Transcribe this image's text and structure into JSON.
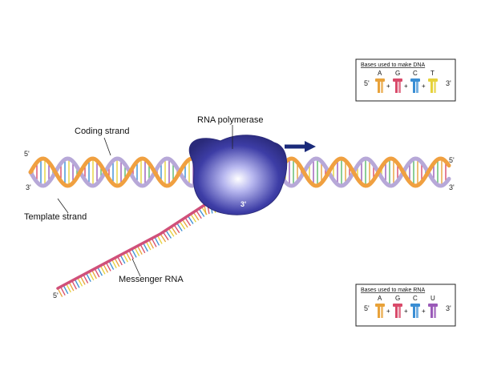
{
  "labels": {
    "coding_strand": "Coding strand",
    "template_strand": "Template strand",
    "rna_polymerase": "RNA polymerase",
    "messenger_rna": "Messenger RNA"
  },
  "strand_ends": {
    "left_top": "5'",
    "left_bottom": "3'",
    "right_top": "5'",
    "right_bottom": "3'",
    "polymerase_3": "3'",
    "mrna_5": "5'"
  },
  "dna_legend": {
    "title": "Bases used to make DNA",
    "left_end": "5'",
    "right_end": "3'",
    "bases": [
      "A",
      "G",
      "C",
      "T"
    ],
    "base_colors": [
      "#e8a23a",
      "#d94a6a",
      "#3a8ed4",
      "#e6d23a"
    ]
  },
  "rna_legend": {
    "title": "Bases used to make RNA",
    "left_end": "5'",
    "right_end": "3'",
    "bases": [
      "A",
      "G",
      "C",
      "U"
    ],
    "base_colors": [
      "#e8a23a",
      "#d94a6a",
      "#3a8ed4",
      "#9a5ab8"
    ]
  },
  "colors": {
    "strand_orange": "#f0a040",
    "strand_lavender": "#b7a8d8",
    "polymerase": "#3a3a9a",
    "mrna": "#d0507a",
    "arrow": "#1a2a7a"
  }
}
